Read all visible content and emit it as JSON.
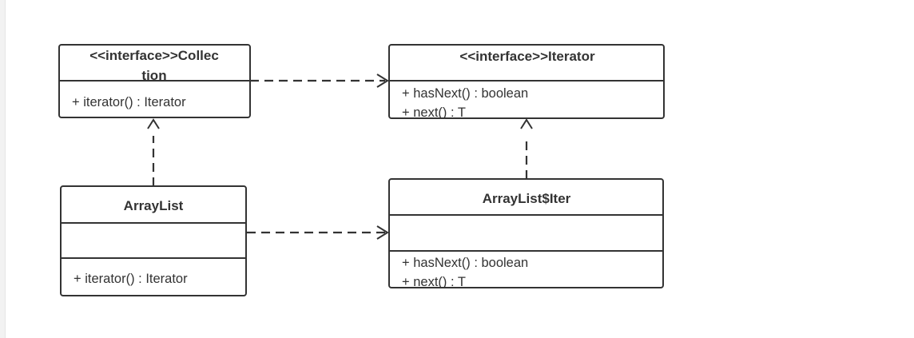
{
  "diagram": {
    "collection": {
      "title_line1": "<<interface>>Collec",
      "title_line2": "tion",
      "methods": [
        "+ iterator() : Iterator"
      ]
    },
    "iterator": {
      "title": "<<interface>>Iterator",
      "methods": [
        "+ hasNext() : boolean",
        "+ next() : T"
      ]
    },
    "arraylist": {
      "title": "ArrayList",
      "methods": [
        "+ iterator() : Iterator"
      ]
    },
    "arraylist_iter": {
      "title": "ArrayList$Iter",
      "methods": [
        "+ hasNext() : boolean",
        "+ next() : T"
      ]
    }
  }
}
